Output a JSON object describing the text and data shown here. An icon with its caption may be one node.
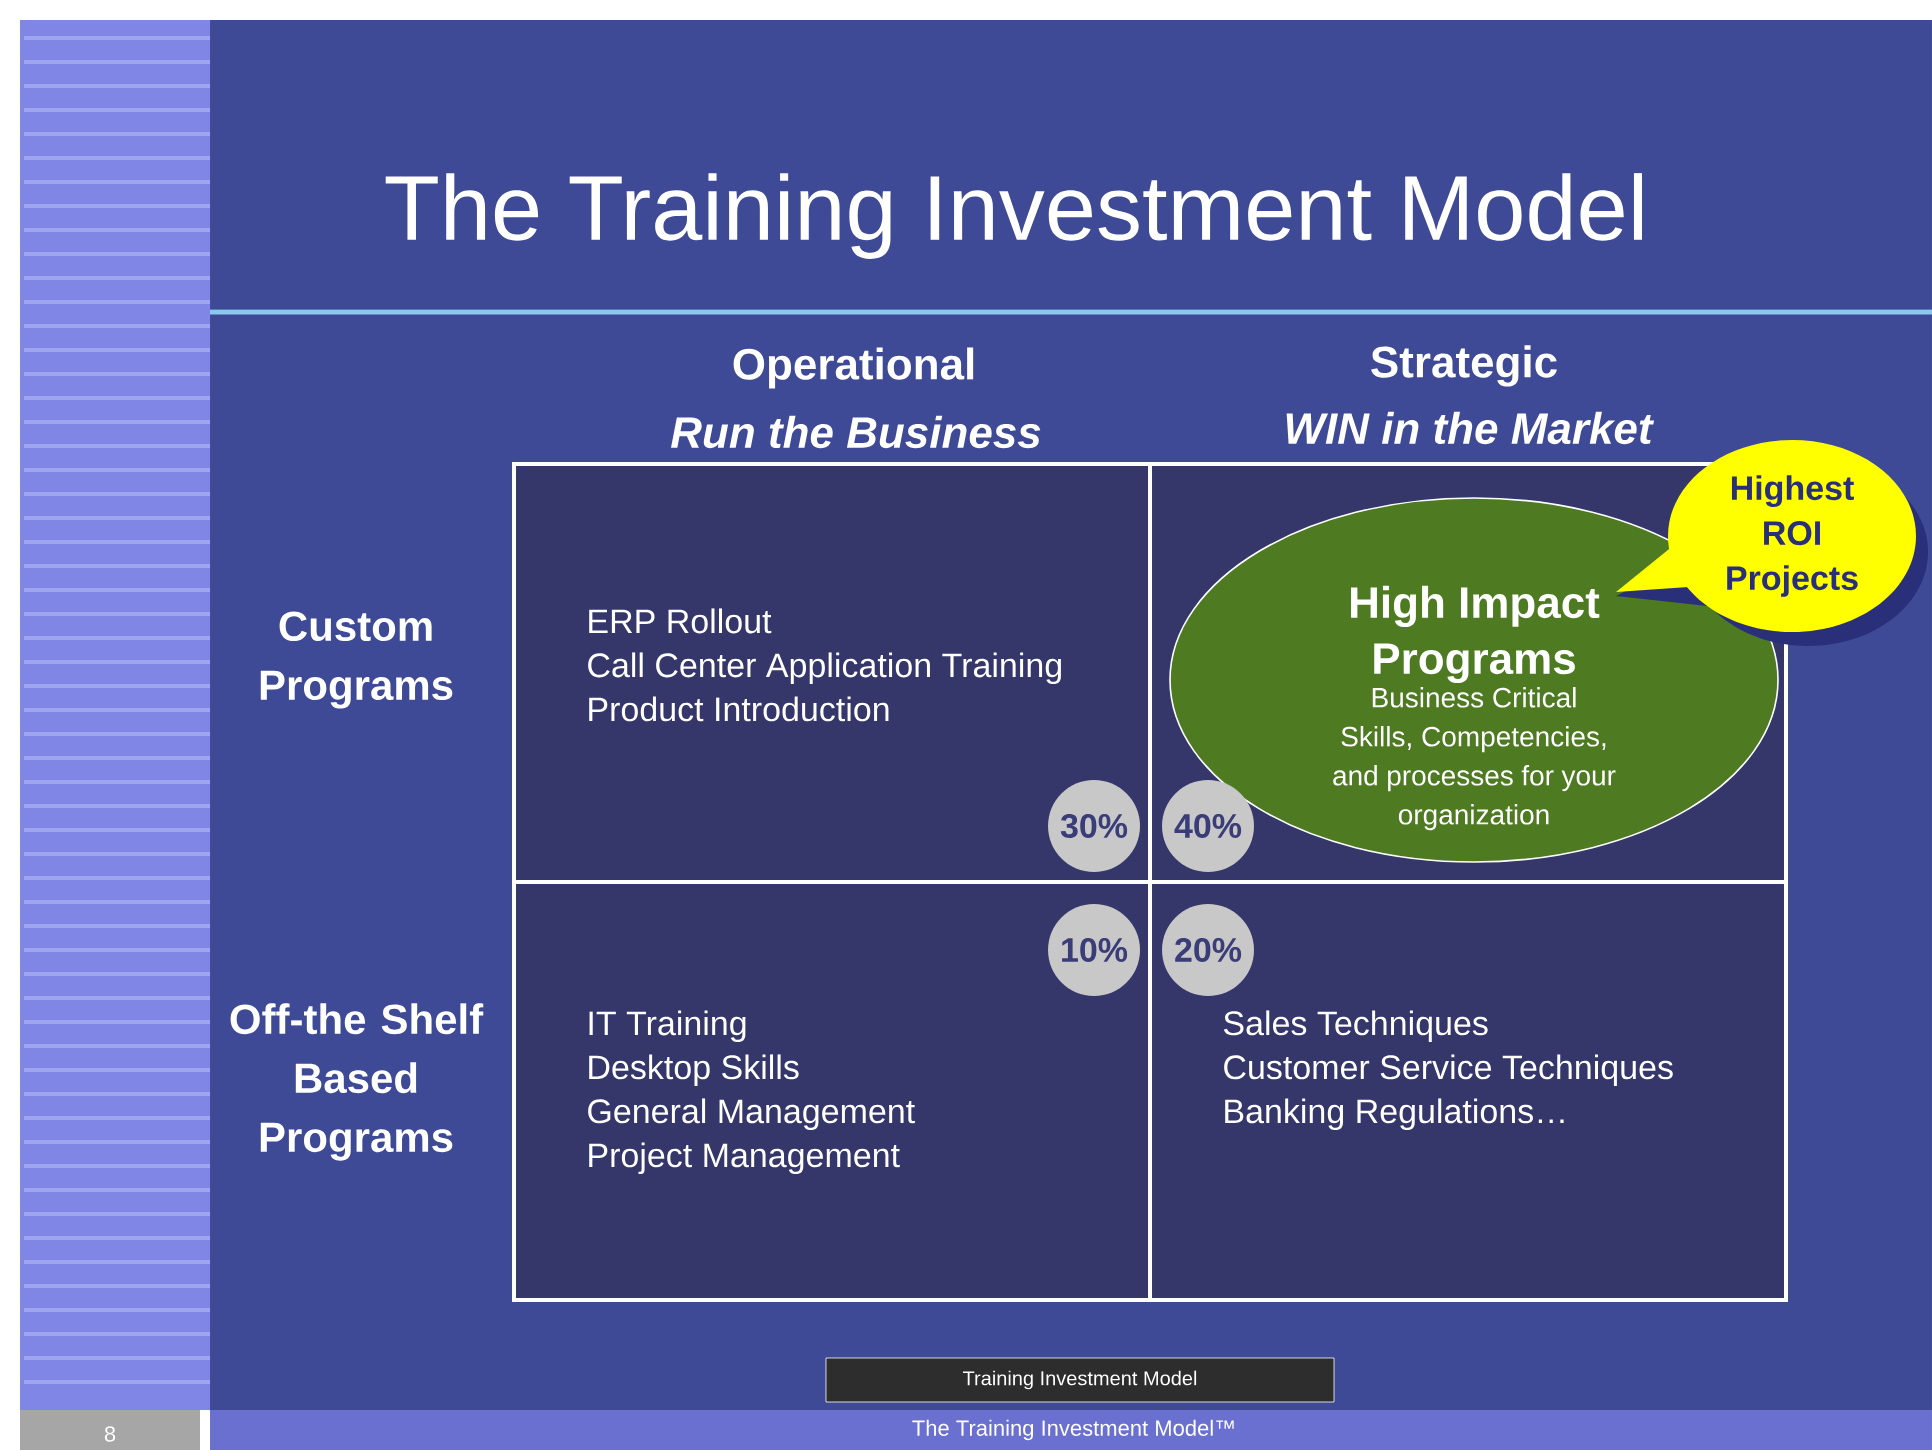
{
  "diagram": {
    "title": "The Training Investment Model",
    "nodes": [
      {
        "text": [
          "ERP Rollout",
          "Call Center Application Training",
          "Product Introduction"
        ]
      },
      {
        "text": [],
        "shape": "box"
      },
      {
        "text": [
          "High Impact Programs",
          "Business Critical Skills, Competencies, and processes for your organization"
        ],
        "in": 1
      },
      {
        "text": [
          "Highest ROI Projects"
        ]
      },
      {
        "text": [
          "30%"
        ],
        "in": 0
      },
      {
        "text": [
          "40%"
        ],
        "in": 1
      },
      {
        "text": [
          "IT Training",
          "Desktop Skills",
          "General Management",
          "Project Management"
        ]
      },
      {
        "text": [
          "Sales Techniques",
          "Customer Service Techniques",
          "Banking Regulations…"
        ]
      },
      {
        "text": [
          "10%"
        ],
        "in": 6
      },
      {
        "text": [
          "20%"
        ],
        "in": 7
      },
      {
        "text": [
          "Training Investment Model"
        ]
      }
    ],
    "labels": [
      "Operational",
      "Run the Business",
      "Strategic",
      "WIN in the Market",
      "Custom Programs",
      "Off-the Shelf Based Programs",
      "8",
      "The Training Investment Model™"
    ]
  }
}
